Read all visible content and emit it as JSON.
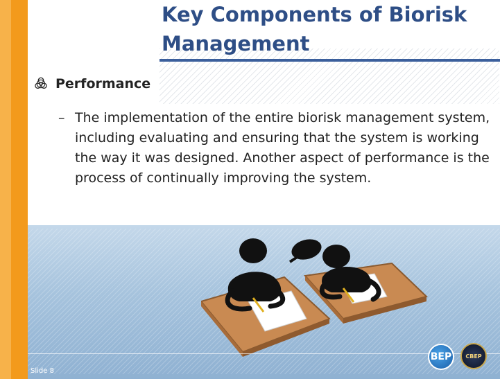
{
  "slide": {
    "title": "Key Components of Biorisk Management",
    "bullet": {
      "icon": "biohazard-icon",
      "label": "Performance"
    },
    "sub_bullet": {
      "dash": "–",
      "text": "The implementation of the entire biorisk management system, including evaluating and ensuring that the system is working the way it was designed. Another aspect of performance is the process of continually improving the system."
    },
    "footer": {
      "slide_number": "Slide 8",
      "logo_left": "BEP",
      "logo_right": "CBEP"
    },
    "colors": {
      "accent_orange": "#f39a1c",
      "title_blue": "#2e4e86",
      "band_blue": "#a6c3dd"
    }
  }
}
